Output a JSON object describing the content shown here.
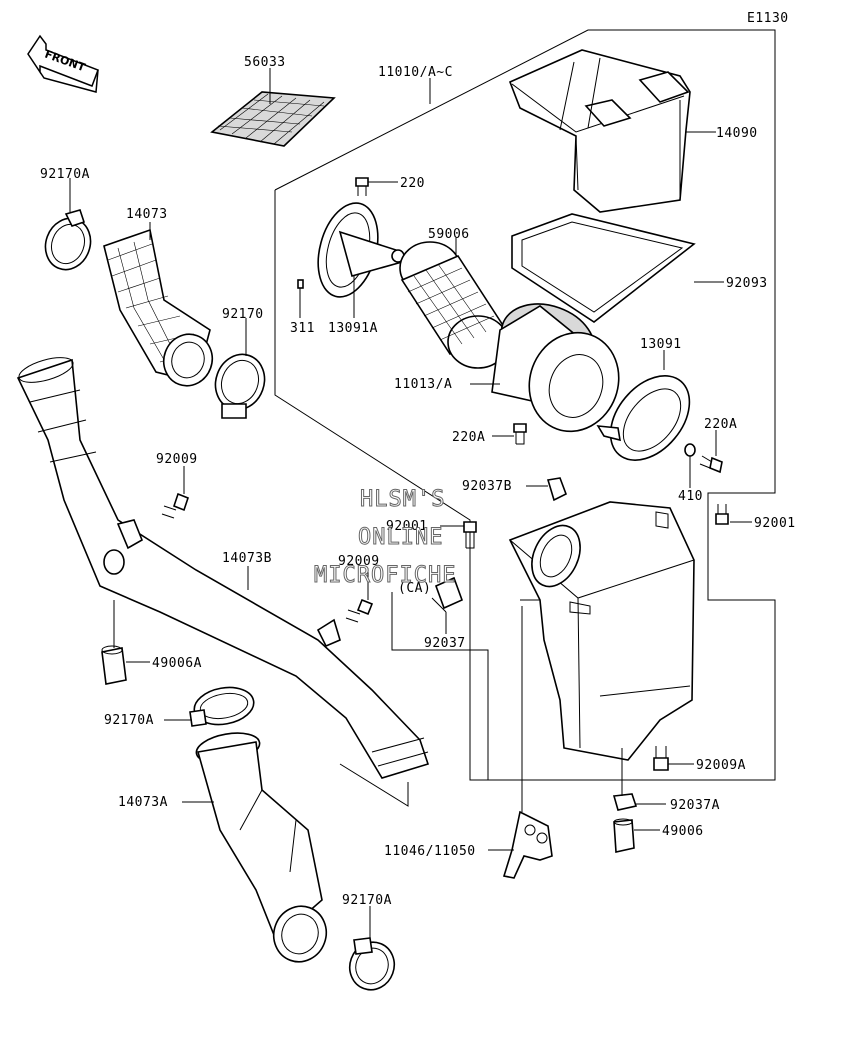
{
  "diagram_code": "E1130",
  "front_label": "FRONT",
  "watermark": [
    "HLSM'S",
    "ONLINE",
    "MICROFICHE"
  ],
  "labels": {
    "p56033": "56033",
    "p11010": "11010/A~C",
    "p14090": "14090",
    "p92170A_top": "92170A",
    "p14073": "14073",
    "p220_top": "220",
    "p59006": "59006",
    "p92093": "92093",
    "p92170": "92170",
    "p311": "311",
    "p13091A": "13091A",
    "p13091": "13091",
    "p11013": "11013/A",
    "p220A_left": "220A",
    "p220A_right": "220A",
    "p92009_top": "92009",
    "p92037B": "92037B",
    "p410": "410",
    "p92001_left": "92001",
    "p92001_right": "92001",
    "p14073B": "14073B",
    "p92009_mid": "92009",
    "pCA": "(CA)",
    "p92037": "92037",
    "p49006A": "49006A",
    "p92170A_mid": "92170A",
    "p92009A": "92009A",
    "p92037A": "92037A",
    "p14073A": "14073A",
    "p49006": "49006",
    "p11046": "11046/11050",
    "p92170A_bot": "92170A"
  }
}
